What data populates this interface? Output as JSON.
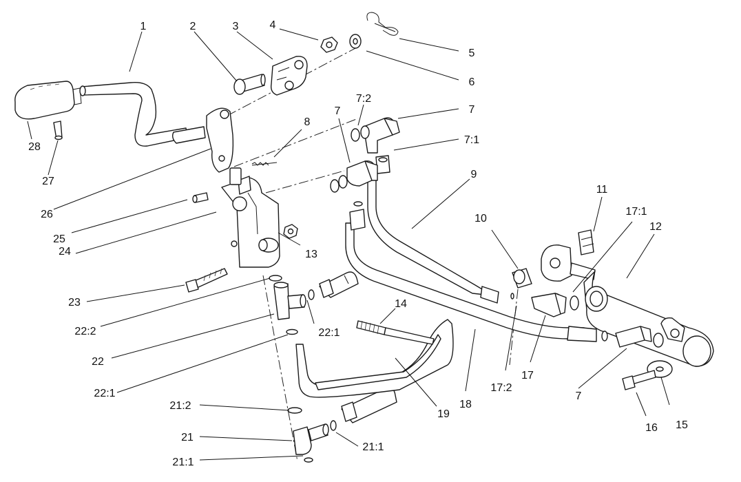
{
  "diagram": {
    "callouts": [
      {
        "id": "c1",
        "label": "1"
      },
      {
        "id": "c2",
        "label": "2"
      },
      {
        "id": "c3",
        "label": "3"
      },
      {
        "id": "c4",
        "label": "4"
      },
      {
        "id": "c5",
        "label": "5"
      },
      {
        "id": "c6",
        "label": "6"
      },
      {
        "id": "c7a",
        "label": "7"
      },
      {
        "id": "c7b",
        "label": "7"
      },
      {
        "id": "c7c",
        "label": "7"
      },
      {
        "id": "c72",
        "label": "7:2"
      },
      {
        "id": "c71",
        "label": "7:1"
      },
      {
        "id": "c8",
        "label": "8"
      },
      {
        "id": "c9",
        "label": "9"
      },
      {
        "id": "c10",
        "label": "10"
      },
      {
        "id": "c11",
        "label": "11"
      },
      {
        "id": "c12",
        "label": "12"
      },
      {
        "id": "c13",
        "label": "13"
      },
      {
        "id": "c14",
        "label": "14"
      },
      {
        "id": "c15",
        "label": "15"
      },
      {
        "id": "c16",
        "label": "16"
      },
      {
        "id": "c17",
        "label": "17"
      },
      {
        "id": "c171",
        "label": "17:1"
      },
      {
        "id": "c172",
        "label": "17:2"
      },
      {
        "id": "c18",
        "label": "18"
      },
      {
        "id": "c19",
        "label": "19"
      },
      {
        "id": "c21",
        "label": "21"
      },
      {
        "id": "c211a",
        "label": "21:1"
      },
      {
        "id": "c211b",
        "label": "21:1"
      },
      {
        "id": "c212",
        "label": "21:2"
      },
      {
        "id": "c22",
        "label": "22"
      },
      {
        "id": "c221a",
        "label": "22:1"
      },
      {
        "id": "c221b",
        "label": "22:1"
      },
      {
        "id": "c222",
        "label": "22:2"
      },
      {
        "id": "c23",
        "label": "23"
      },
      {
        "id": "c24",
        "label": "24"
      },
      {
        "id": "c25",
        "label": "25"
      },
      {
        "id": "c26",
        "label": "26"
      },
      {
        "id": "c27",
        "label": "27"
      },
      {
        "id": "c28",
        "label": "28"
      }
    ]
  }
}
